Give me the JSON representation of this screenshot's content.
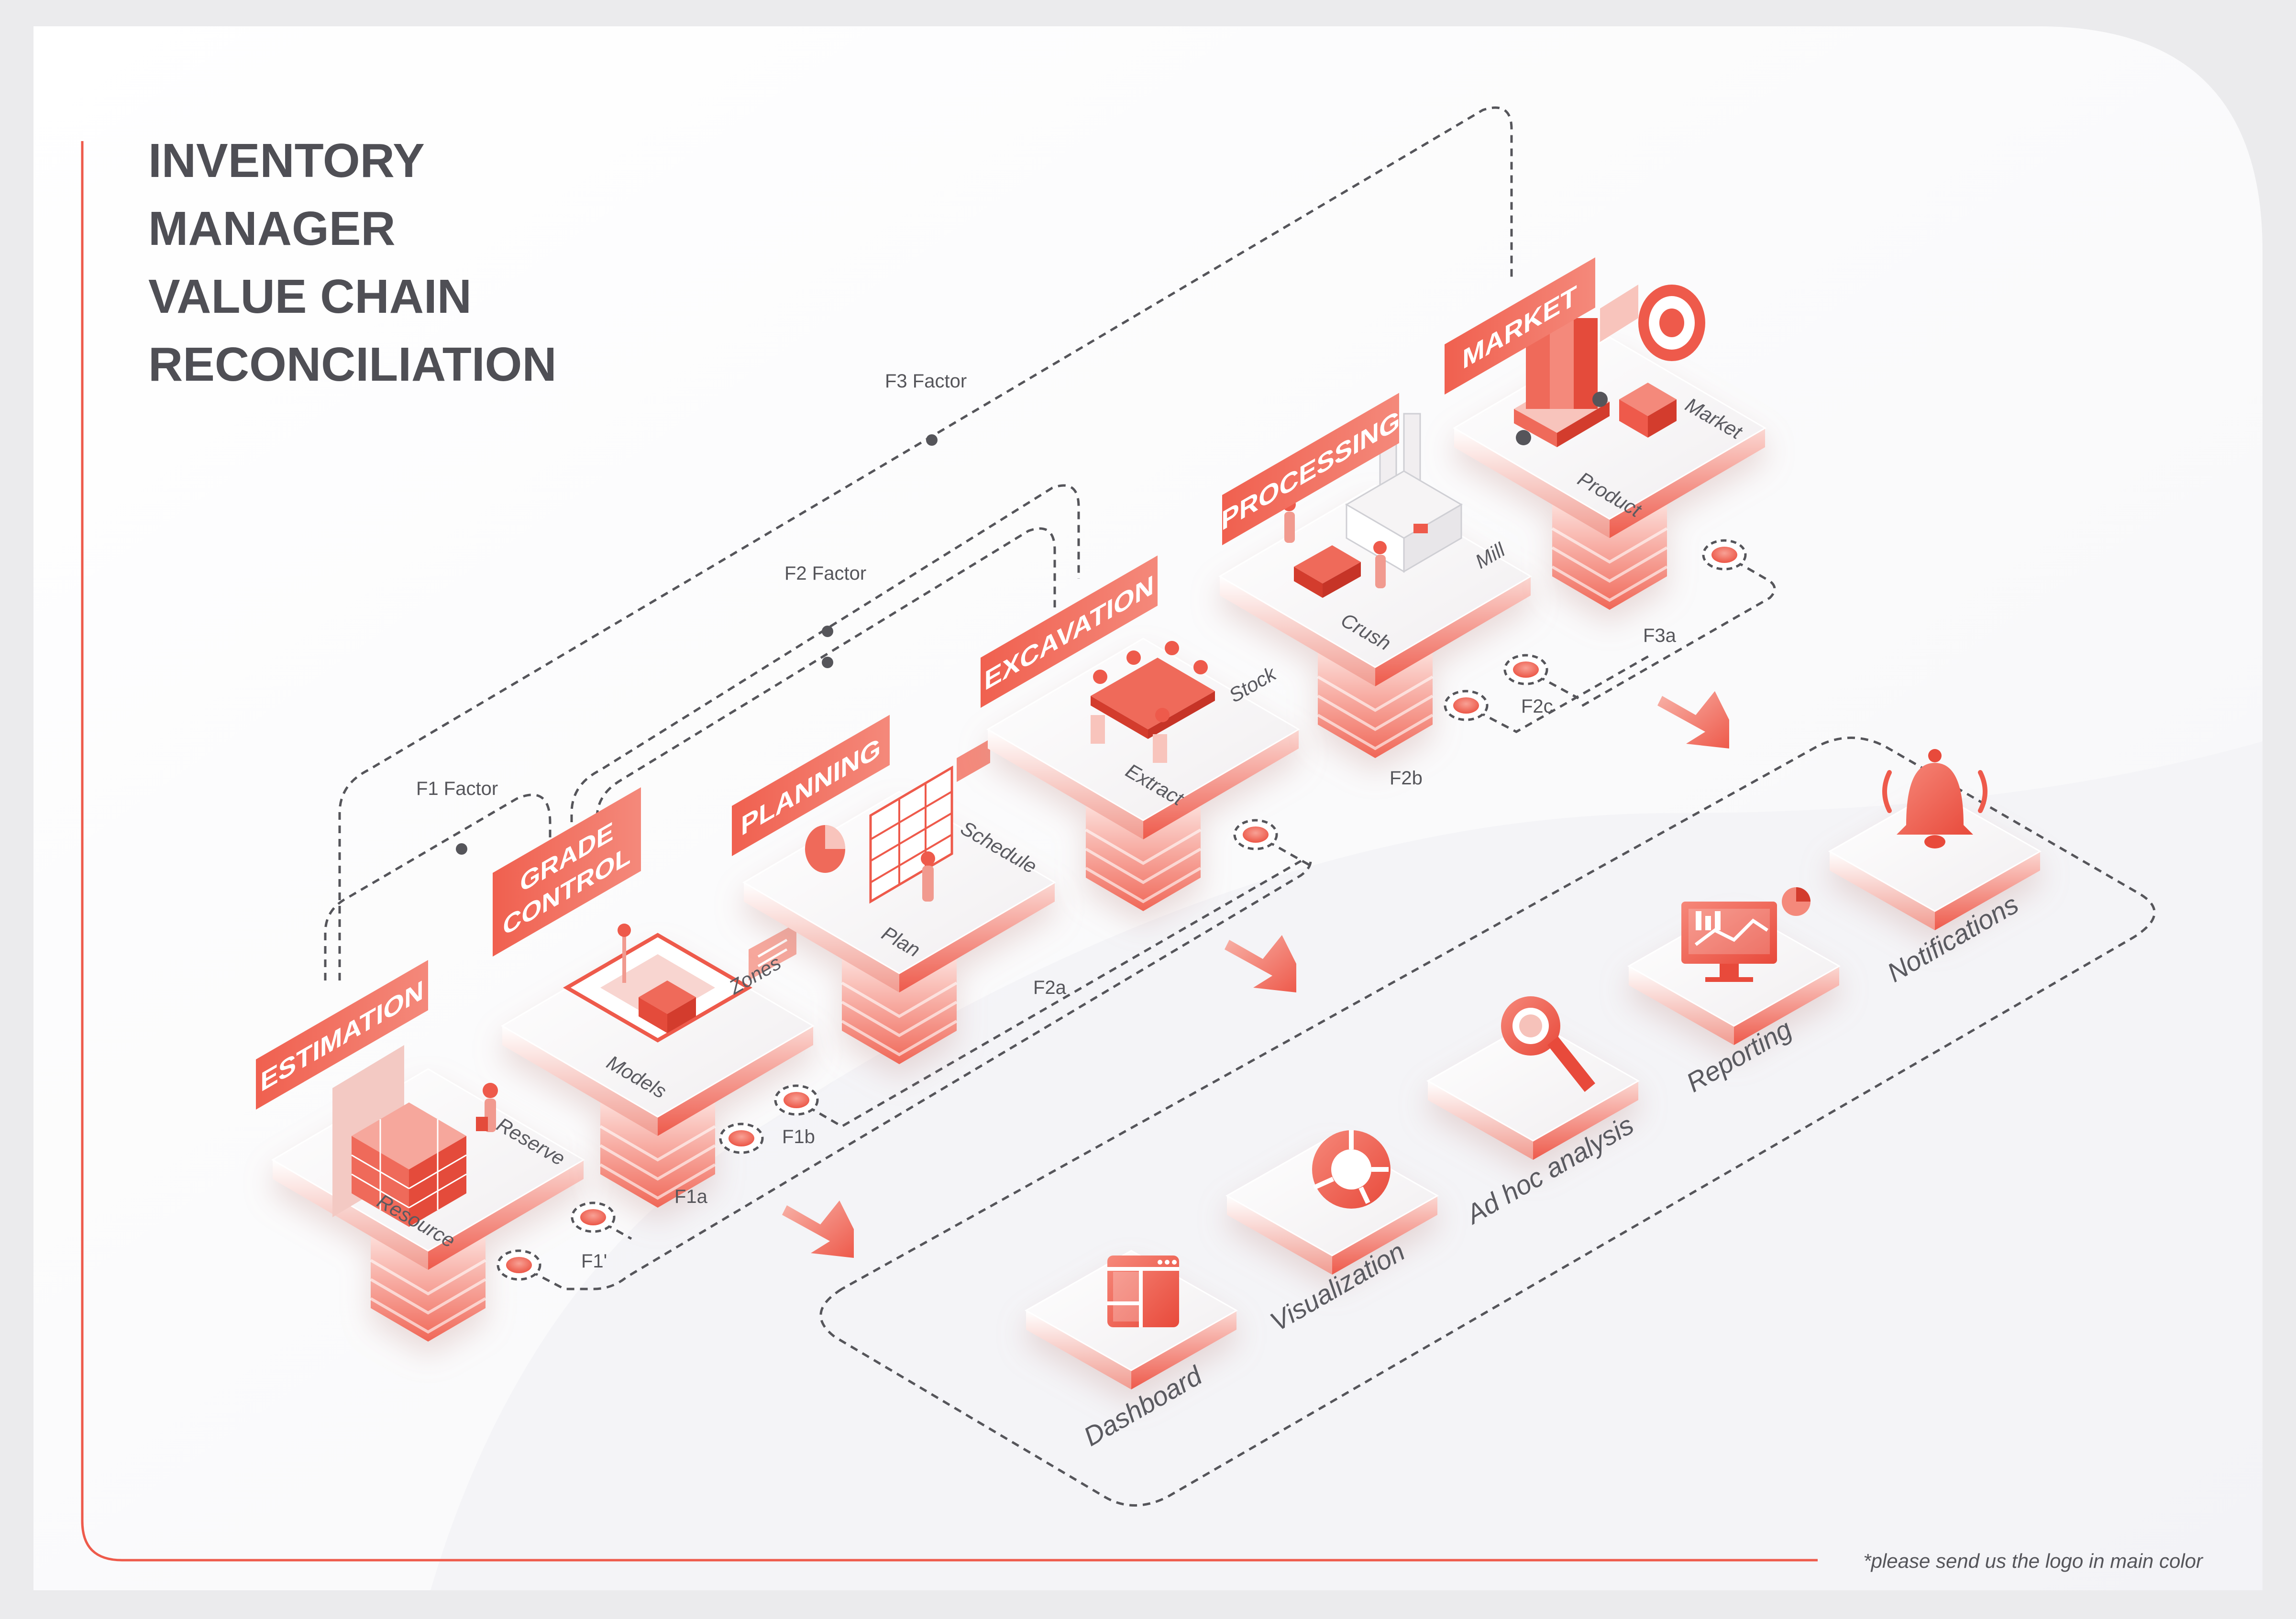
{
  "title": [
    "INVENTORY",
    "MANAGER",
    "VALUE CHAIN",
    "RECONCILIATION"
  ],
  "footnote": "*please send us the logo in main color",
  "colors": {
    "accent": "#ee5a4b",
    "accent_light": "#f7a79c",
    "text": "#4f4f55",
    "dash": "#55555a"
  },
  "stages": [
    {
      "id": "estimation",
      "label": "ESTIMATION",
      "items": [
        "Resource",
        "Reserve"
      ]
    },
    {
      "id": "grade-control",
      "label": "GRADE CONTROL",
      "label_lines": [
        "GRADE",
        "CONTROL"
      ],
      "items": [
        "Models",
        "Zones"
      ]
    },
    {
      "id": "planning",
      "label": "PLANNING",
      "items": [
        "Plan",
        "Schedule"
      ]
    },
    {
      "id": "excavation",
      "label": "EXCAVATION",
      "items": [
        "Extract",
        "Stock"
      ]
    },
    {
      "id": "processing",
      "label": "PROCESSING",
      "items": [
        "Crush",
        "Mill"
      ]
    },
    {
      "id": "market",
      "label": "MARKET",
      "items": [
        "Product",
        "Market"
      ]
    }
  ],
  "factors": [
    "F1 Factor",
    "F2 Factor",
    "F3 Factor"
  ],
  "connectors": [
    "F1'",
    "F1a",
    "F1b",
    "F2a",
    "F2b",
    "F2c",
    "F3a"
  ],
  "outputs": [
    {
      "id": "dashboard",
      "label": "Dashboard",
      "icon": "dashboard-icon"
    },
    {
      "id": "visualization",
      "label": "Visualization",
      "icon": "donut-chart-icon"
    },
    {
      "id": "adhoc",
      "label": "Ad hoc analysis",
      "icon": "magnifier-icon"
    },
    {
      "id": "reporting",
      "label": "Reporting",
      "icon": "monitor-report-icon"
    },
    {
      "id": "notifications",
      "label": "Notifications",
      "icon": "bell-icon"
    }
  ]
}
